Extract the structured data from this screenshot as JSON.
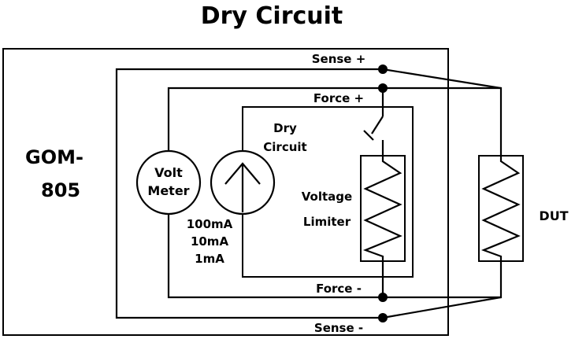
{
  "title": "Dry Circuit",
  "instrument": {
    "line1": "GOM-",
    "line2": "805"
  },
  "volt_meter": {
    "line1": "Volt",
    "line2": "Meter"
  },
  "current_source": {
    "ranges": [
      "100mA",
      "10mA",
      "1mA"
    ]
  },
  "dry_circuit": {
    "line1": "Dry",
    "line2": "Circuit"
  },
  "voltage_limiter": {
    "line1": "Voltage",
    "line2": "Limiter"
  },
  "terminals": {
    "sense_plus": "Sense +",
    "force_plus": "Force +",
    "force_minus": "Force -",
    "sense_minus": "Sense -"
  },
  "dut": "DUT"
}
